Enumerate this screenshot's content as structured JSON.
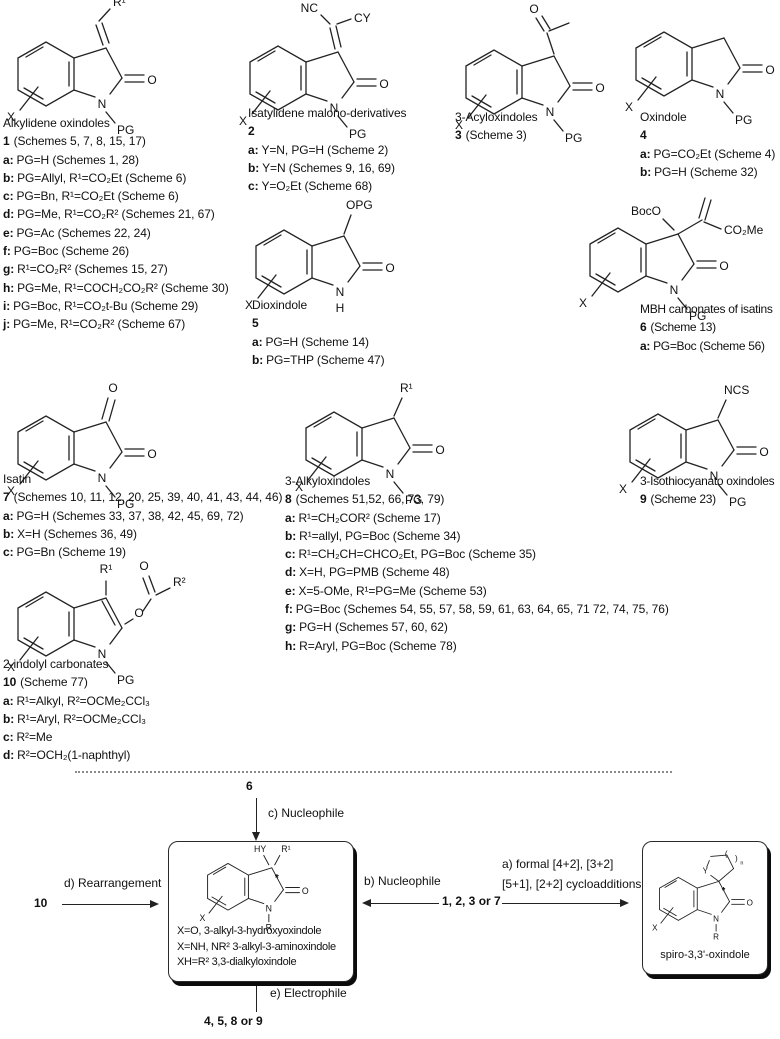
{
  "atoms": {
    "N": "N",
    "O": "O",
    "X": "X",
    "PG": "PG",
    "H": "H",
    "R": "R",
    "R1": "R¹",
    "R2": "R²",
    "HY": "HY",
    "Y": "Y",
    "NC": "NC",
    "CY": "CY",
    "OPG": "OPG",
    "NCS": "NCS",
    "BocO": "BocO",
    "CO2Me": "CO₂Me",
    "star": "*",
    "n": "n",
    "paren_open": "(",
    "paren_close": ")"
  },
  "compounds": [
    {
      "name": "Alkylidene oxindoles",
      "num": "1",
      "note": "(Schemes 5, 7, 8, 15, 17)",
      "variants": [
        {
          "k": "a:",
          "t": "PG=H (Schemes 1, 28)"
        },
        {
          "k": "b:",
          "t": "PG=Allyl, R¹=CO₂Et (Scheme 6)"
        },
        {
          "k": "c:",
          "t": "PG=Bn, R¹=CO₂Et (Scheme 6)"
        },
        {
          "k": "d:",
          "t": "PG=Me, R¹=CO₂R² (Schemes 21, 67)"
        },
        {
          "k": "e:",
          "t": "PG=Ac (Schemes 22, 24)"
        },
        {
          "k": "f:",
          "t": "PG=Boc (Scheme 26)"
        },
        {
          "k": "g:",
          "t": "R¹=CO₂R² (Schemes 15, 27)"
        },
        {
          "k": "h:",
          "t": "PG=Me, R¹=COCH₂CO₂R² (Scheme 30)"
        },
        {
          "k": "i:",
          "t": "PG=Boc, R¹=CO₂t-Bu (Scheme 29)"
        },
        {
          "k": "j:",
          "t": "PG=Me, R¹=CO₂R² (Scheme 67)"
        }
      ]
    },
    {
      "name": "Isatylidene malono-derivatives",
      "num": "2",
      "note": "",
      "variants": [
        {
          "k": "a:",
          "t": "Y=N, PG=H (Scheme 2)"
        },
        {
          "k": "b:",
          "t": "Y=N (Schemes 9, 16, 69)"
        },
        {
          "k": "c:",
          "t": "Y=O₂Et (Scheme 68)"
        }
      ]
    },
    {
      "name": "3-Acyloxindoles",
      "num": "3",
      "note": "(Scheme 3)",
      "variants": []
    },
    {
      "name": "Oxindole",
      "num": "4",
      "note": "",
      "variants": [
        {
          "k": "a:",
          "t": "PG=CO₂Et (Scheme 4)"
        },
        {
          "k": "b:",
          "t": "PG=H (Scheme 32)"
        }
      ]
    },
    {
      "name": "Dioxindole",
      "num": "5",
      "note": "",
      "variants": [
        {
          "k": "a:",
          "t": "PG=H (Scheme 14)"
        },
        {
          "k": "b:",
          "t": "PG=THP (Scheme 47)"
        }
      ]
    },
    {
      "name": "MBH carbonates of isatins",
      "num": "6",
      "note": "(Scheme 13)",
      "variants": [
        {
          "k": "a:",
          "t": "PG=Boc (Scheme 56)"
        }
      ]
    },
    {
      "name": "Isatin",
      "num": "7",
      "note": "(Schemes 10, 11, 12, 20, 25, 39, 40, 41, 43, 44, 46)",
      "variants": [
        {
          "k": "a:",
          "t": "PG=H (Schemes 33, 37, 38, 42, 45, 69, 72)"
        },
        {
          "k": "b:",
          "t": "X=H (Schemes 36, 49)"
        },
        {
          "k": "c:",
          "t": "PG=Bn (Scheme 19)"
        }
      ]
    },
    {
      "name": "3-Alkyloxindoles",
      "num": "8",
      "note": "(Schemes 51,52, 66, 73, 79)",
      "variants": [
        {
          "k": "a:",
          "t": "R¹=CH₂COR² (Scheme 17)"
        },
        {
          "k": "b:",
          "t": "R¹=allyl, PG=Boc (Scheme 34)"
        },
        {
          "k": "c:",
          "t": "R¹=CH₂CH=CHCO₂Et, PG=Boc (Scheme 35)"
        },
        {
          "k": "d:",
          "t": "X=H, PG=PMB (Scheme 48)"
        },
        {
          "k": "e:",
          "t": "X=5-OMe, R¹=PG=Me (Scheme 53)"
        },
        {
          "k": "f:",
          "t": "PG=Boc (Schemes 54, 55, 57, 58, 59, 61, 63, 64, 65, 71 72, 74, 75, 76)"
        },
        {
          "k": "g:",
          "t": "PG=H (Schemes 57, 60, 62)"
        },
        {
          "k": "h:",
          "t": "R=Aryl, PG=Boc (Scheme 78)"
        }
      ]
    },
    {
      "name": "3-Isothiocyanato oxindoles",
      "num": "9",
      "note": "(Scheme 23)",
      "variants": []
    },
    {
      "name": "2-indolyl carbonates",
      "num": "10",
      "note": "(Scheme 77)",
      "variants": [
        {
          "k": "a:",
          "t": "R¹=Alkyl, R²=OCMe₂CCl₃"
        },
        {
          "k": "b:",
          "t": "R¹=Aryl, R²=OCMe₂CCl₃"
        },
        {
          "k": "c:",
          "t": "R²=Me"
        },
        {
          "k": "d:",
          "t": "R²=OCH₂(1-naphthyl)"
        }
      ]
    }
  ],
  "scheme": {
    "reactant_top": "6",
    "reactant_left": "10",
    "reactant_right": "1, 2, 3 or 7",
    "reactant_bottom": "4, 5, 8 or 9",
    "arrow_a_line1": "a) formal [4+2], [3+2]",
    "arrow_a_line2": "[5+1], [2+2] cycloadditions",
    "arrow_b": "b) Nucleophile",
    "arrow_c": "c) Nucleophile",
    "arrow_d": "d) Rearrangement",
    "arrow_e": "e) Electrophile",
    "product_lines": [
      "X=O, 3-alkyl-3-hydroxyoxindole",
      "X=NH, NR² 3-alkyl-3-aminoxindole",
      "XH=R² 3,3-dialkyloxindole"
    ],
    "spiro_label": "spiro-3,3'-oxindole"
  }
}
